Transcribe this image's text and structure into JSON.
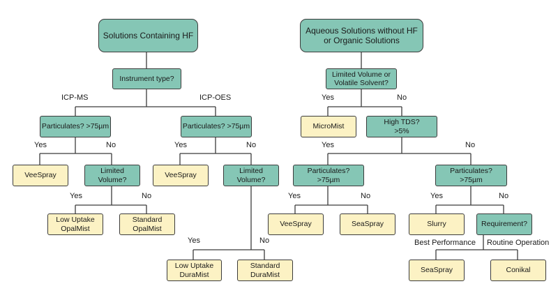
{
  "diagram": {
    "roots": [
      {
        "id": "root-hf",
        "label": "Solutions Containing HF"
      },
      {
        "id": "root-aq",
        "label": "Aqueous Solutions without HF\nor Organic Solutions"
      }
    ],
    "questions": {
      "instrument": "Instrument type?",
      "particulates_ms": "Particulates? >75µm",
      "particulates_oes": "Particulates? >75µm",
      "limited_volume_ms": "Limited\nVolume?",
      "limited_volume_oes": "Limited\nVolume?",
      "limited_volatile": "Limited Volume or\nVolatile Solvent?",
      "high_tds": "High TDS?\n>5%",
      "particulates_low_tds": "Particulates?\n>75µm",
      "particulates_high_tds": "Particulates?\n>75µm",
      "requirement": "Requirement?"
    },
    "answers": {
      "veespray_ms": "VeeSpray",
      "low_uptake_opalmist": "Low Uptake\nOpalMist",
      "standard_opalmist": "Standard\nOpalMist",
      "veespray_oes": "VeeSpray",
      "low_uptake_duramist": "Low Uptake\nDuraMist",
      "standard_duramist": "Standard\nDuraMist",
      "micromist": "MicroMist",
      "veespray_aq": "VeeSpray",
      "seaspray_aq": "SeaSpray",
      "slurry": "Slurry",
      "seaspray_best": "SeaSpray",
      "conikal": "Conikal"
    },
    "edge_labels": {
      "icp_ms": "ICP-MS",
      "icp_oes": "ICP-OES",
      "yes": "Yes",
      "no": "No",
      "best_performance": "Best Performance",
      "routine_operation": "Routine Operation"
    },
    "colors": {
      "question_fill": "#85c6b5",
      "answer_fill": "#fcf2c4",
      "stroke": "#3b3b3b"
    }
  }
}
